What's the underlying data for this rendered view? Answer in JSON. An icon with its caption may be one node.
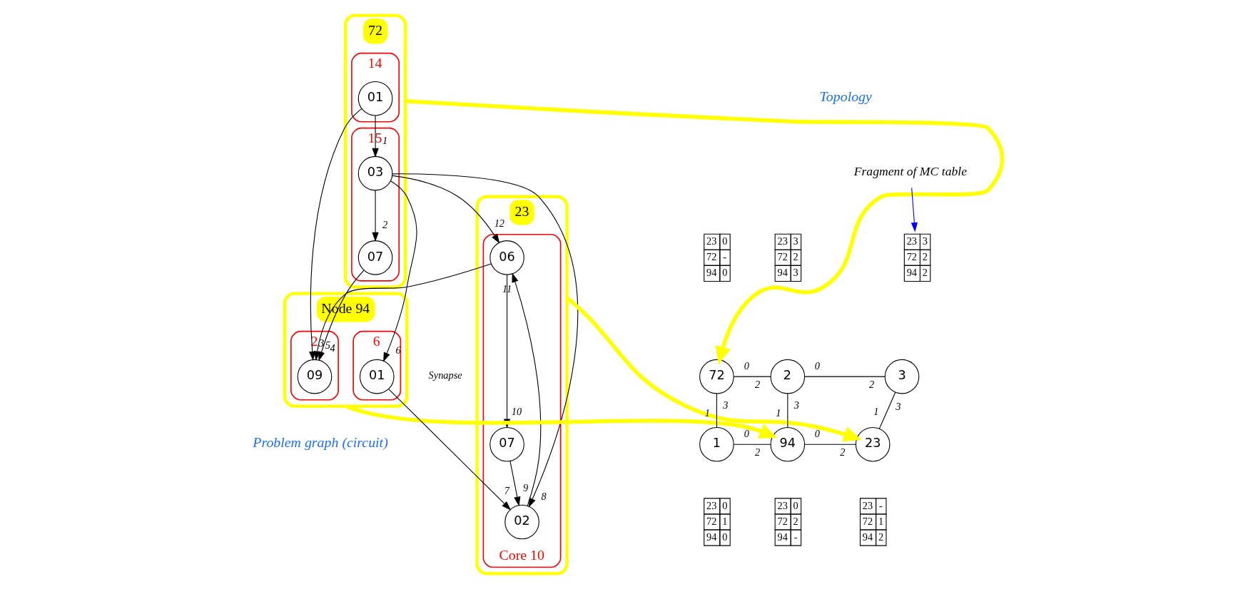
{
  "diagram": {
    "nodes": [
      {
        "text": [
          "72"
        ]
      },
      {
        "text": [
          "14"
        ],
        "in": 0
      },
      {
        "text": [
          "01"
        ],
        "in": 1
      },
      {
        "text": [
          "15"
        ],
        "in": 0
      },
      {
        "text": [
          "03"
        ],
        "in": 3
      },
      {
        "text": [
          "07"
        ],
        "in": 3
      },
      {
        "text": [
          "23"
        ]
      },
      {
        "text": [
          "Core 10"
        ],
        "in": 6
      },
      {
        "text": [
          "06"
        ],
        "in": 7
      },
      {
        "text": [
          "07"
        ],
        "in": 7
      },
      {
        "text": [
          "02"
        ],
        "in": 7
      },
      {
        "text": [
          "Node 94"
        ]
      },
      {
        "text": [
          "2"
        ],
        "in": 11
      },
      {
        "text": [
          "09"
        ],
        "in": 12
      },
      {
        "text": [
          "6"
        ],
        "in": 11
      },
      {
        "text": [
          "01"
        ],
        "in": 14
      },
      {
        "text": [
          "72"
        ],
        "beside": [
          "0",
          "3"
        ]
      },
      {
        "text": [
          "2"
        ],
        "beside": [
          "0",
          "2",
          "3"
        ]
      },
      {
        "text": [
          "3"
        ],
        "beside": [
          "2",
          "3"
        ]
      },
      {
        "text": [
          "1"
        ],
        "beside": [
          "1",
          "0"
        ]
      },
      {
        "text": [
          "94"
        ],
        "beside": [
          "1",
          "0",
          "2"
        ]
      },
      {
        "text": [
          "23"
        ],
        "beside": [
          "1",
          "2"
        ]
      },
      {
        "text": [
          "23",
          "0",
          "72",
          "-",
          "94",
          "0"
        ]
      },
      {
        "text": [
          "23",
          "3",
          "72",
          "2",
          "94",
          "3"
        ]
      },
      {
        "text": [
          "23",
          "3",
          "72",
          "2",
          "94",
          "2"
        ]
      },
      {
        "text": [
          "23",
          "0",
          "72",
          "1",
          "94",
          "0"
        ]
      },
      {
        "text": [
          "23",
          "0",
          "72",
          "2",
          "94",
          "-"
        ]
      },
      {
        "text": [
          "23",
          "-",
          "72",
          "1",
          "94",
          "2"
        ]
      },
      {
        "text": [
          "Fragment of MC table"
        ]
      }
    ],
    "edges": [
      {
        "from": 2,
        "to": 4,
        "arrow": "to",
        "label": "1"
      },
      {
        "from": 4,
        "to": 5,
        "arrow": "to",
        "label": "2"
      },
      {
        "from": 2,
        "to": 13,
        "arrow": "to",
        "label": "3"
      },
      {
        "from": 5,
        "to": 13,
        "arrow": "to",
        "label": "4"
      },
      {
        "from": 8,
        "to": 13,
        "arrow": "to",
        "label": "5"
      },
      {
        "from": 4,
        "to": 15,
        "arrow": "to",
        "label": "6"
      },
      {
        "from": 15,
        "to": 10,
        "arrow": "to",
        "label": "7"
      },
      {
        "from": 4,
        "to": 10,
        "arrow": "to",
        "label": "8"
      },
      {
        "from": 9,
        "to": 10,
        "arrow": "to",
        "label": "9"
      },
      {
        "from": 8,
        "to": 9,
        "arrow": "to",
        "label": "10"
      },
      {
        "from": 10,
        "to": 8,
        "arrow": "to",
        "label": "11"
      },
      {
        "from": 4,
        "to": 8,
        "arrow": "to",
        "label": "12"
      },
      {
        "from": 16,
        "to": 17,
        "arrow": "none"
      },
      {
        "from": 17,
        "to": 18,
        "arrow": "none"
      },
      {
        "from": 16,
        "to": 19,
        "arrow": "none"
      },
      {
        "from": 17,
        "to": 20,
        "arrow": "none"
      },
      {
        "from": 18,
        "to": 21,
        "arrow": "none"
      },
      {
        "from": 19,
        "to": 20,
        "arrow": "none"
      },
      {
        "from": 20,
        "to": 21,
        "arrow": "none"
      },
      {
        "from": 0,
        "to": 16,
        "arrow": "to",
        "style": "thick",
        "color": "#ffff00"
      },
      {
        "from": 11,
        "to": 20,
        "arrow": "to",
        "style": "thick",
        "color": "#ffff00"
      },
      {
        "from": 6,
        "to": 21,
        "arrow": "to",
        "style": "thick",
        "color": "#ffff00"
      },
      {
        "from": 28,
        "to": 24,
        "arrow": "to",
        "color": "#0000ff"
      }
    ],
    "labels": [
      "Topology",
      "Synapse",
      "Problem graph (circuit)"
    ]
  }
}
